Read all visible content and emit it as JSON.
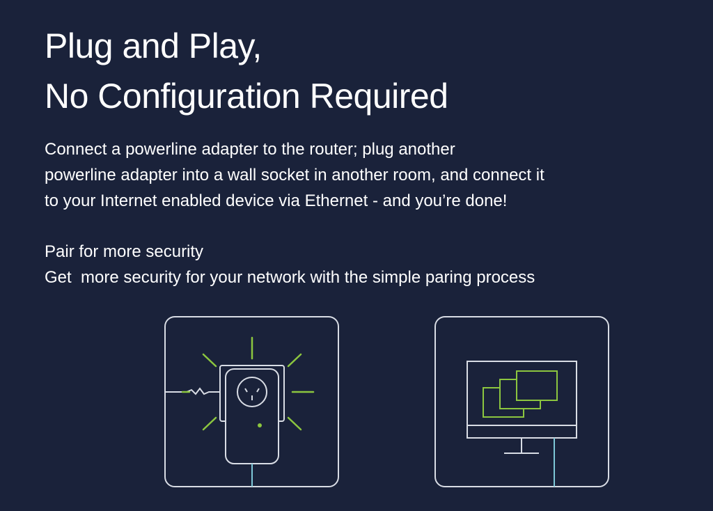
{
  "headline": {
    "line1": "Plug and Play,",
    "line2": "No Configuration Required"
  },
  "description": {
    "line1": "Connect a powerline adapter to the router; plug another",
    "line2": "powerline adapter into a wall socket in another room, and connect it",
    "line3": "to your Internet enabled device via Ethernet - and you’re done!"
  },
  "pairing": {
    "title": "Pair for more security",
    "text": "Get  more security for your network with the simple paring process"
  },
  "illustrations": [
    {
      "icon": "powerline-adapter-icon"
    },
    {
      "icon": "monitor-windows-icon"
    }
  ],
  "colors": {
    "background": "#1a223a",
    "text": "#ffffff",
    "accent_green": "#8cc63f",
    "cable_blue": "#7ec8d8",
    "outline": "#d9dde5"
  }
}
